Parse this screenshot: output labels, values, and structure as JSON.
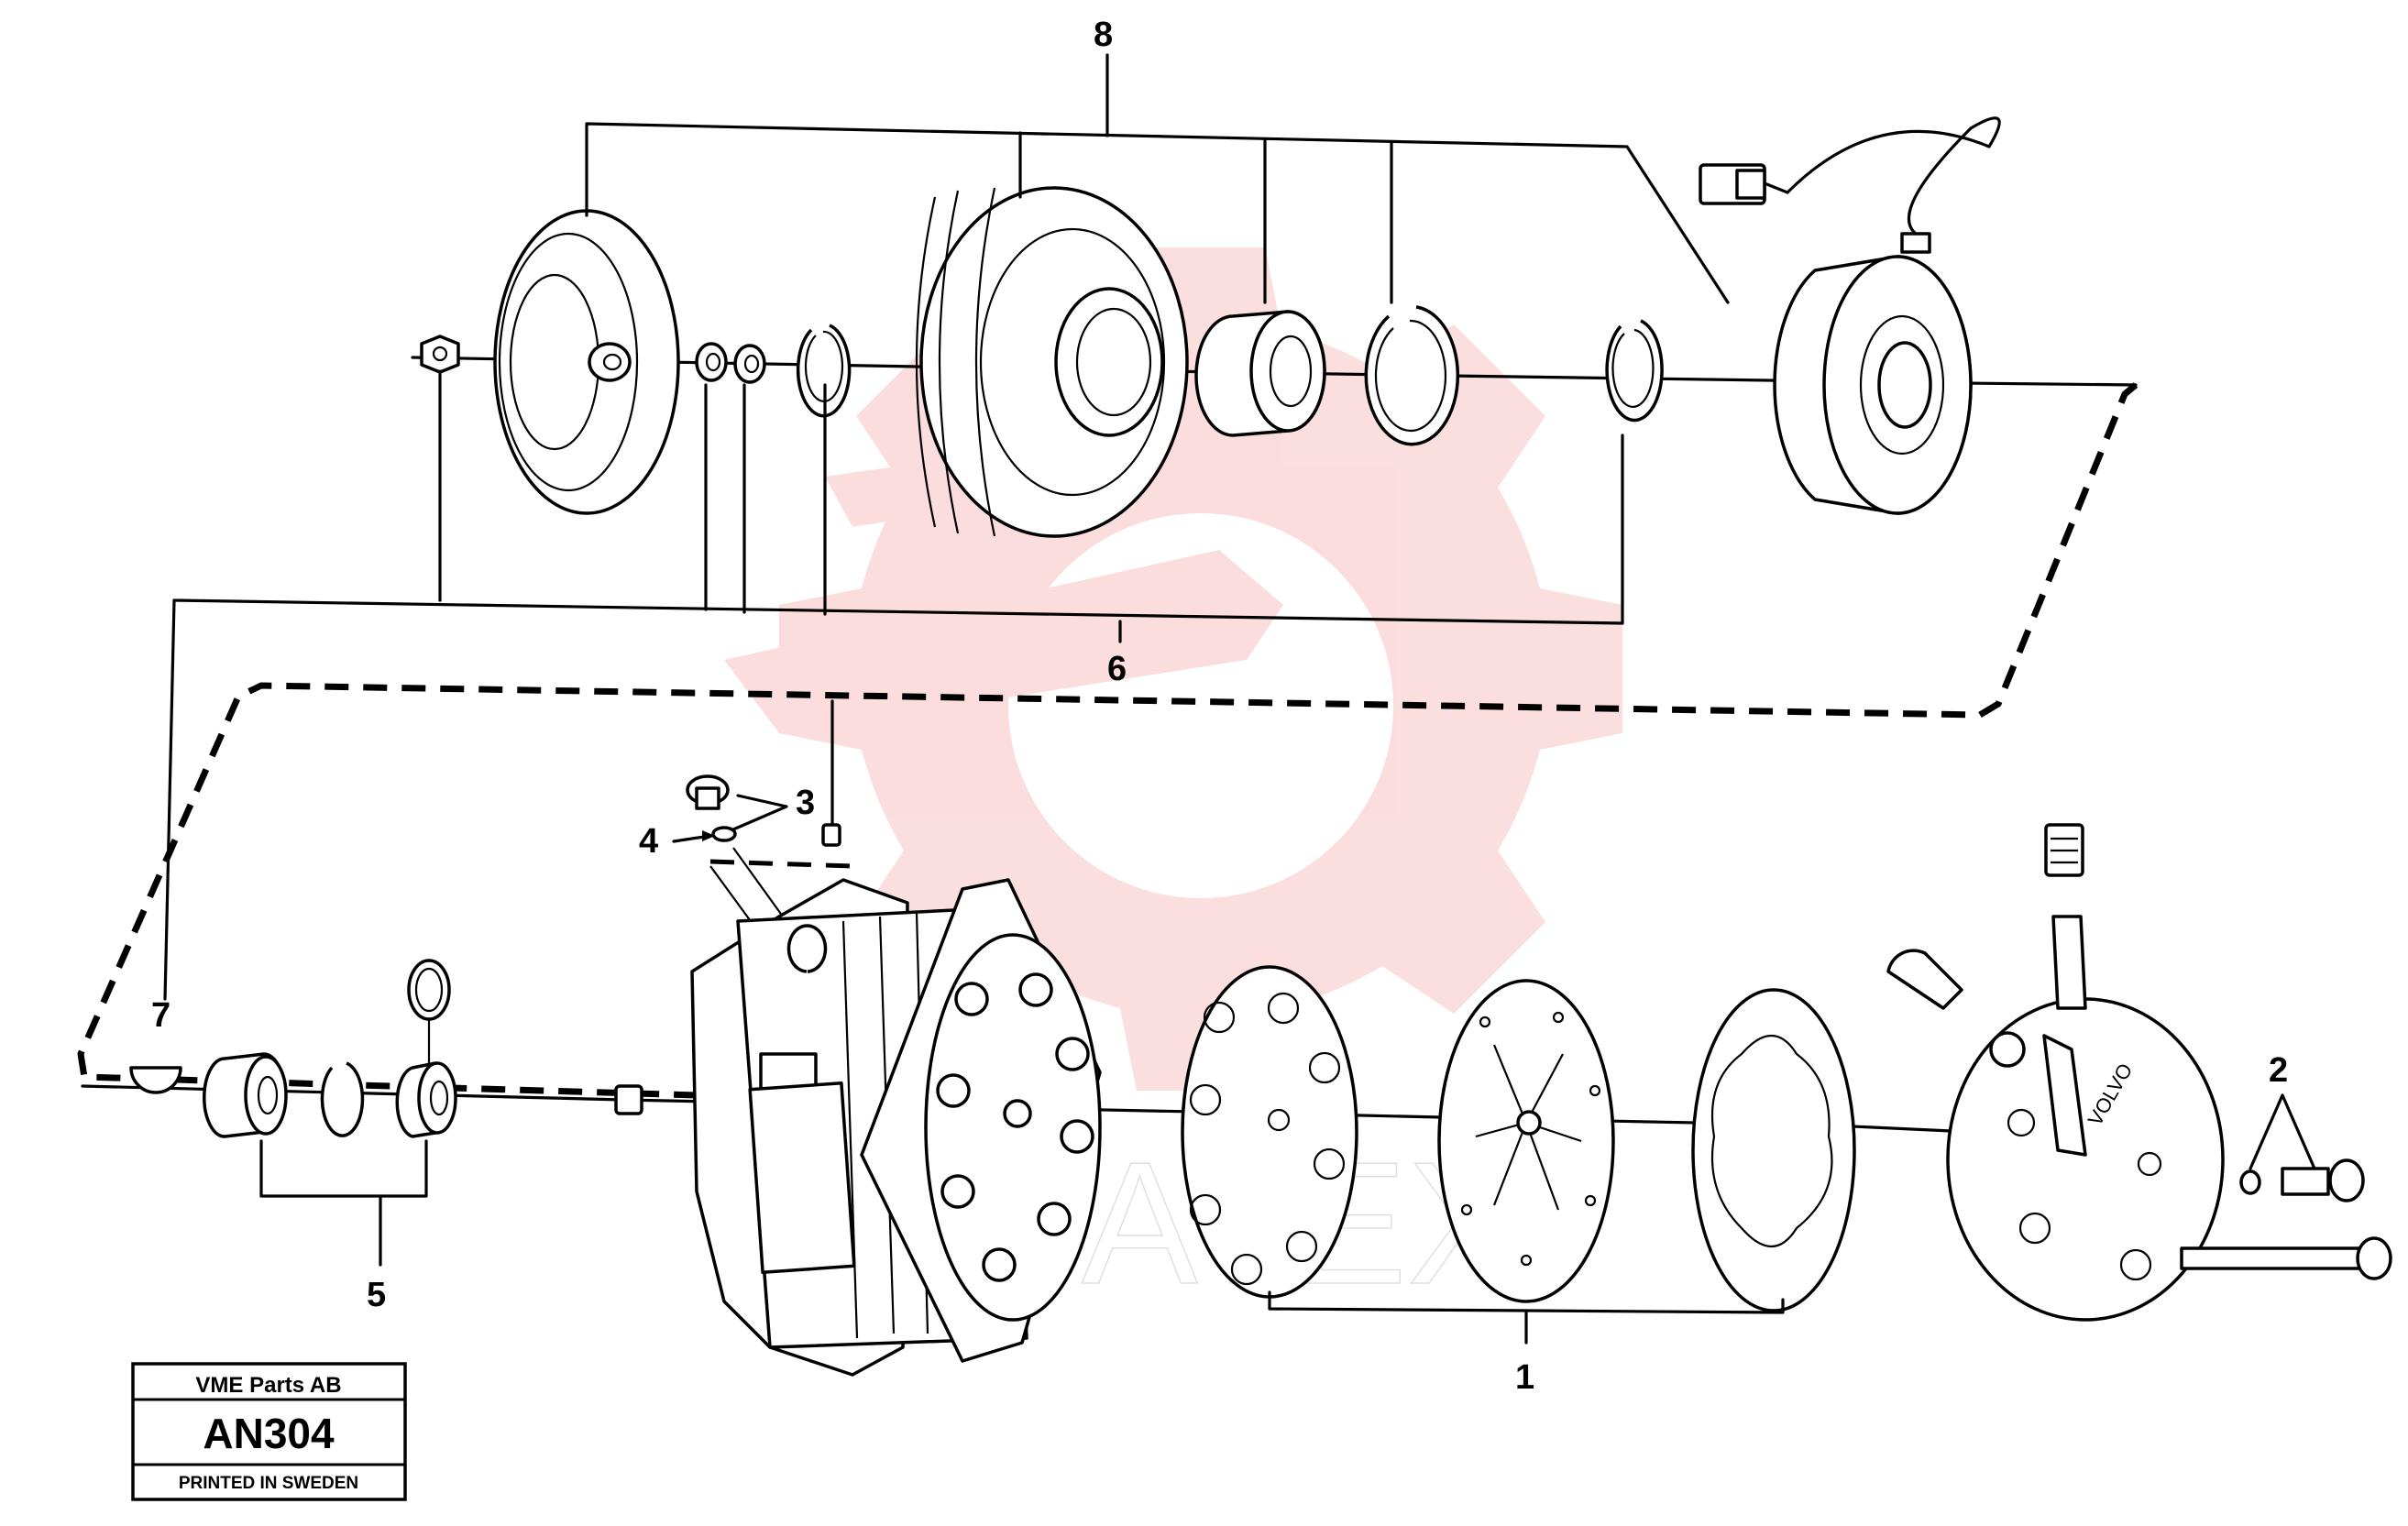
{
  "callouts": [
    "1",
    "2",
    "3",
    "4",
    "5",
    "6",
    "7",
    "8"
  ],
  "stamp": {
    "company": "VME Parts AB",
    "code": "AN304",
    "footer": "PRINTED IN SWEDEN"
  },
  "watermark_text": "DIATEX",
  "colors": {
    "line": "#000000",
    "watermark": "#e83a3a",
    "background": "#ffffff"
  }
}
